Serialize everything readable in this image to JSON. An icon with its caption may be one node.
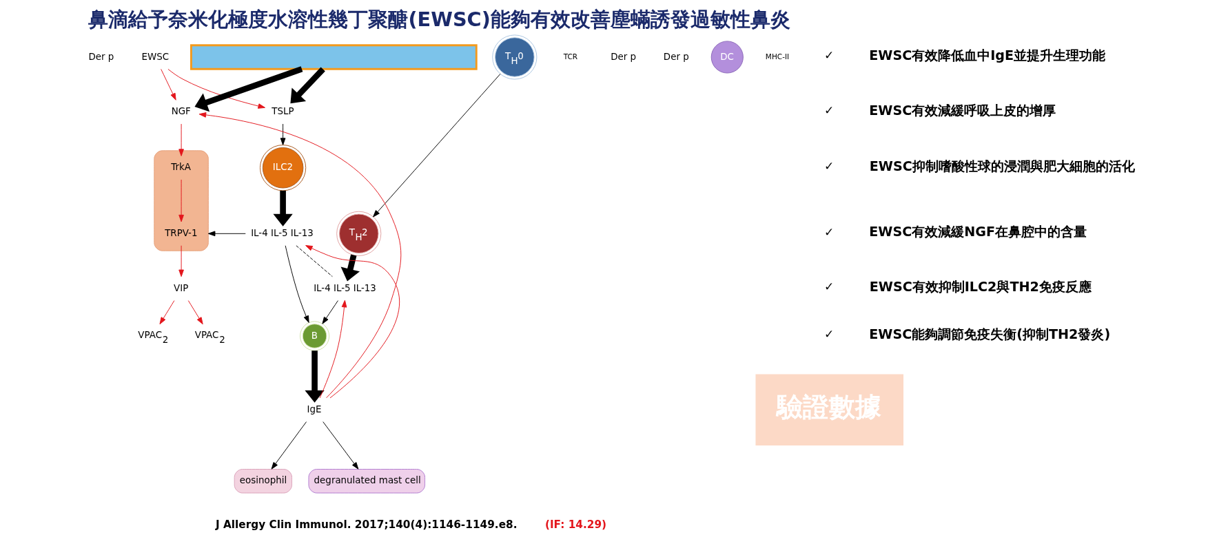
{
  "diagram": {
    "title": "鼻滴給予奈米化極度水溶性幾丁聚醣(EWSC)能夠有效改善塵蟎誘發過敏性鼻炎",
    "nodes": [
      {
        "text": [
          "Der p"
        ]
      },
      {
        "text": [
          "EWSC"
        ]
      },
      {
        "text": [
          "Der p"
        ]
      },
      {
        "text": [
          "Der p"
        ]
      },
      {
        "text": [],
        "shape": "box"
      },
      {
        "text": [
          "NGF"
        ]
      },
      {
        "text": [
          "TSLP"
        ]
      },
      {
        "text": [],
        "shape": "picture"
      },
      {
        "text": [
          "TrkA"
        ],
        "in": 7
      },
      {
        "text": [
          "TRPV-1"
        ],
        "in": 7
      },
      {
        "text": [
          "VIP"
        ]
      },
      {
        "text": [
          "DC"
        ],
        "beside": [
          "MHC-II"
        ]
      },
      {
        "text": [
          "VPAC$_{2}$"
        ]
      },
      {
        "text": [
          "ILC2"
        ]
      },
      {
        "text": [
          "VPAC$_{2}$"
        ]
      },
      {
        "text": [
          "T$_{H}$2"
        ]
      },
      {
        "text": [
          "T$_{H}$0"
        ],
        "beside": [
          "TCR"
        ]
      },
      {
        "text": [
          "IL-4 IL-5 IL-13"
        ]
      },
      {
        "text": [
          "IL-4 IL-5 IL-13"
        ]
      },
      {
        "text": [
          "B"
        ]
      },
      {
        "text": [
          "IgE"
        ]
      },
      {
        "text": [
          "eosinophil"
        ]
      },
      {
        "text": [
          "degranulated mast cell"
        ]
      }
    ],
    "edges": [
      {
        "from": 4,
        "to": 5,
        "arrow": "to",
        "style": "thick"
      },
      {
        "from": 4,
        "to": 6,
        "arrow": "to",
        "style": "thick"
      },
      {
        "from": 1,
        "to": 5,
        "arrow": "to",
        "color": "#e3161c"
      },
      {
        "from": 1,
        "to": 6,
        "arrow": "to",
        "color": "#e3161c"
      },
      {
        "from": 5,
        "to": 8,
        "arrow": "to",
        "color": "#e3161c"
      },
      {
        "from": 8,
        "to": 9,
        "arrow": "to",
        "color": "#e3161c"
      },
      {
        "from": 9,
        "to": 10,
        "arrow": "to",
        "color": "#e3161c"
      },
      {
        "from": 10,
        "to": 12,
        "arrow": "to",
        "color": "#e3161c"
      },
      {
        "from": 10,
        "to": 14,
        "arrow": "to",
        "color": "#e3161c"
      },
      {
        "from": 6,
        "to": 13,
        "arrow": "to"
      },
      {
        "from": 16,
        "to": 15,
        "arrow": "to"
      },
      {
        "from": 13,
        "to": 17,
        "arrow": "to",
        "style": "thick"
      },
      {
        "from": 15,
        "to": 18,
        "arrow": "to",
        "style": "thick"
      },
      {
        "from": 17,
        "to": 18,
        "arrow": "none",
        "style": "dashed"
      },
      {
        "from": 17,
        "to": 7,
        "arrow": "to"
      },
      {
        "from": 17,
        "to": 19,
        "arrow": "to"
      },
      {
        "from": 18,
        "to": 19,
        "arrow": "to"
      },
      {
        "from": 19,
        "to": 20,
        "arrow": "to",
        "style": "thick"
      },
      {
        "from": 20,
        "to": 21,
        "arrow": "to"
      },
      {
        "from": 20,
        "to": 22,
        "arrow": "to"
      },
      {
        "from": 20,
        "to": 18,
        "arrow": "to",
        "color": "#e3161c"
      },
      {
        "from": 20,
        "to": 17,
        "arrow": "to",
        "color": "#e3161c"
      },
      {
        "from": 20,
        "to": 5,
        "arrow": "to",
        "color": "#e3161c"
      }
    ],
    "labels": [
      "✓",
      "EWSC有效降低血中IgE並提升生理功能",
      "✓",
      "EWSC有效減緩呼吸上皮的增厚",
      "✓",
      "EWSC抑制嗜酸性球的浸潤與肥大細胞的活化",
      "✓",
      "EWSC有效減緩NGF在鼻腔中的含量",
      "✓",
      "EWSC有效抑制ILC2與TH2免疫反應",
      "✓",
      "EWSC能夠調節免疫失衡(抑制TH2發炎)",
      "驗證數據",
      "J Allergy Clin Immunol. 2017;140(4):1146-1149.e8.",
      "(IF: 14.29)"
    ]
  }
}
